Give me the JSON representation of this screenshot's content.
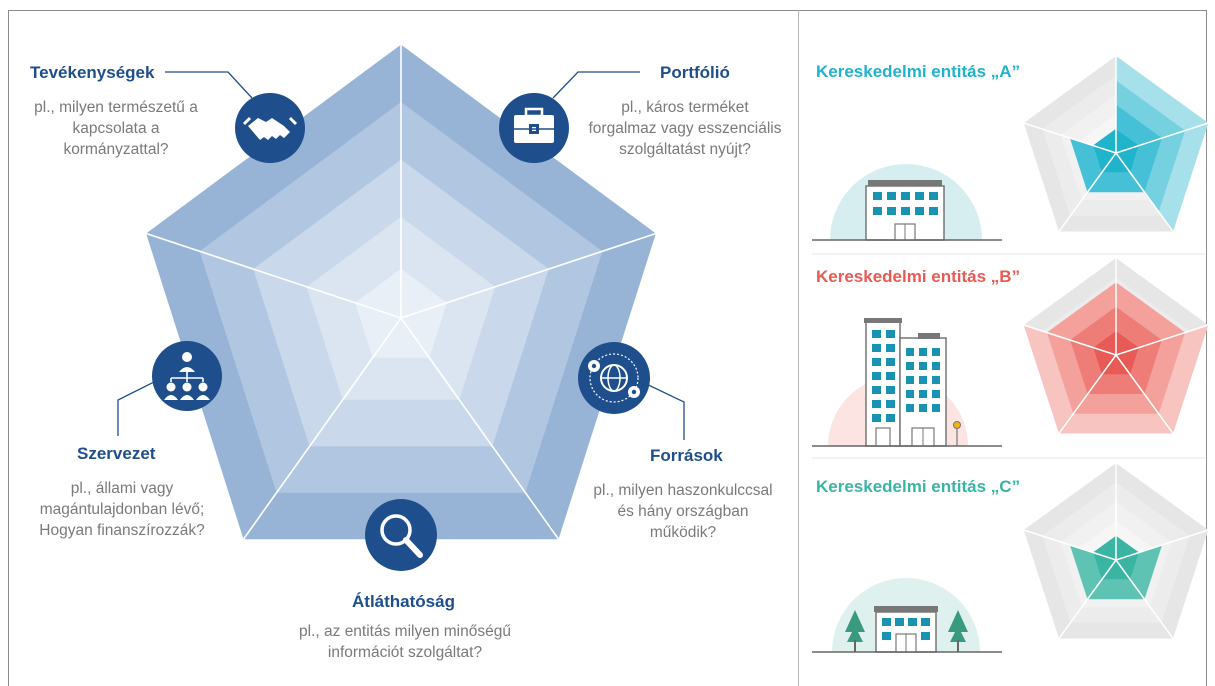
{
  "diagram": {
    "dimensions": [
      {
        "title": "Tevékenységek",
        "desc": "pl., milyen természetű a\nkapcsolata a\nkormányzattal?",
        "icon": "handshake-icon"
      },
      {
        "title": "Portfólió",
        "desc": "pl., káros terméket\nforgalmaz vagy esszenciális\nszolgáltatást nyújt?",
        "icon": "briefcase-icon"
      },
      {
        "title": "Források",
        "desc": "pl., milyen haszonkulccsal\nés hány országban\nműködik?",
        "icon": "globe-network-icon"
      },
      {
        "title": "Átláthatóság",
        "desc": "pl., az entitás milyen minőségű\ninformációt szolgáltat?",
        "icon": "magnifier-icon"
      },
      {
        "title": "Szervezet",
        "desc": "pl., állami vagy\nmagántulajdonban lévő;\nHogyan finanszírozzák?",
        "icon": "org-chart-icon"
      }
    ],
    "colors": {
      "outer": "#97b4d6",
      "band2": "#b1c7e1",
      "band3": "#c9d8ea",
      "band4": "#dbe5f1",
      "center": "#e9eff7",
      "icon": "#1f4e8c"
    }
  },
  "entities": [
    {
      "title": "Kereskedelmi entitás „A”",
      "color": "#1fb3cc",
      "building": "small-office-building"
    },
    {
      "title": "Kereskedelmi entitás „B”",
      "color": "#e85a55",
      "building": "tall-office-buildings"
    },
    {
      "title": "Kereskedelmi entitás „C”",
      "color": "#3bb5a3",
      "building": "low-office-building-with-trees"
    }
  ]
}
